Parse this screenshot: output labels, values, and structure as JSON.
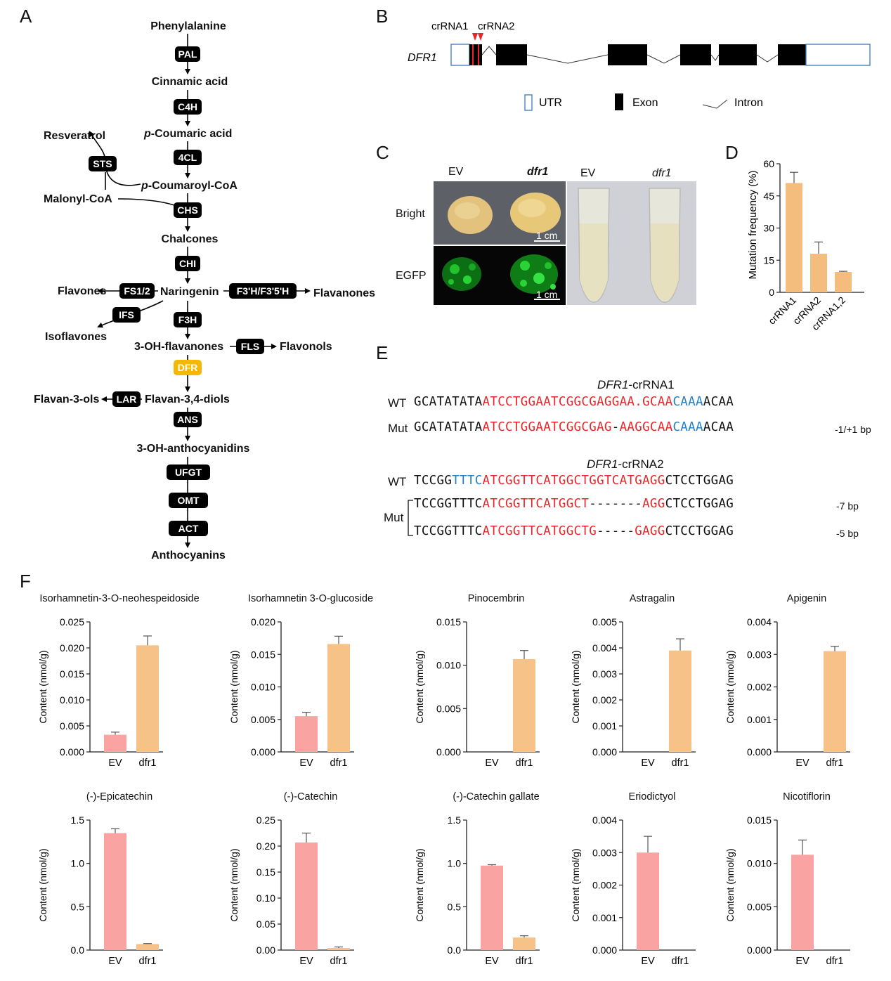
{
  "panels": {
    "a": "A",
    "b": "B",
    "c": "C",
    "d": "D",
    "e": "E",
    "f": "F"
  },
  "pathway": {
    "phenylalanine": "Phenylalanine",
    "cinnamic": "Cinnamic acid",
    "p_coumaric_prefix": "p",
    "p_coumaric": "-Coumaric acid",
    "p_coumaroyl_prefix": "p",
    "p_coumaroyl": "-Coumaroyl-CoA",
    "resveratrol": "Resveratrol",
    "malonyl": "Malonyl-CoA",
    "chalcones": "Chalcones",
    "flavones": "Flavones",
    "naringenin": "Naringenin",
    "flavanones": "Flavanones",
    "isoflavones": "Isoflavones",
    "oh_flavanones": "3-OH-flavanones",
    "flavonols": "Flavonols",
    "flavan3ols": "Flavan-3-ols",
    "flavan34diols": "Flavan-3,4-diols",
    "oh_anthocyanidins": "3-OH-anthocyanidins",
    "anthocyanins": "Anthocyanins",
    "enzymes": {
      "pal": "PAL",
      "c4h": "C4H",
      "cl4": "4CL",
      "sts": "STS",
      "chs": "CHS",
      "chi": "CHI",
      "fs": "FS1/2",
      "f3h_multi": "F3'H/F3'5'H",
      "ifs": "IFS",
      "f3h": "F3H",
      "fls": "FLS",
      "dfr": "DFR",
      "lar": "LAR",
      "ans": "ANS",
      "ufgt": "UFGT",
      "omt": "OMT",
      "act": "ACT"
    },
    "colors": {
      "enzyme_box": "#000000",
      "dfr_highlight": "#f5b800"
    }
  },
  "gene": {
    "name": "DFR1",
    "crrna1": "crRNA1",
    "crrna2": "crRNA2",
    "legend": {
      "utr": "UTR",
      "exon": "Exon",
      "intron": "Intron"
    },
    "colors": {
      "utr": "#3a78c2",
      "exon": "#000000",
      "marker": "#e8262a"
    }
  },
  "photo": {
    "ev": "EV",
    "dfr1": "dfr1",
    "bright": "Bright",
    "egfp": "EGFP",
    "scale": "1 cm",
    "tube_ev": "EV",
    "tube_dfr1": "dfr1"
  },
  "mutation_chart": {
    "chart_data": {
      "type": "bar",
      "categories": [
        "crRNA1",
        "crRNA2",
        "crRNA1,2"
      ],
      "values": [
        51,
        18,
        9.5
      ],
      "errors": [
        5,
        5.5,
        0.3
      ],
      "ylabel": "Mutation frequency (%)",
      "ylim": [
        0,
        60
      ],
      "yticks": [
        "0",
        "15",
        "30",
        "45",
        "60"
      ],
      "color": "#f4bd7e"
    }
  },
  "sequences": {
    "title1_italic": "DFR1",
    "title1_rest": "-crRNA1",
    "title2_italic": "DFR1",
    "title2_rest": "-crRNA2",
    "wt": "WT",
    "mut": "Mut",
    "wt1": {
      "black1": "GCATATATA",
      "red": "ATCCTGGAATCGGCGAGGAA.GCAA",
      "blue": "CAAA",
      "black2": "ACAA"
    },
    "mut1": {
      "black1": "GCATATATA",
      "red": "ATCCTGGAATCGGCGAG",
      "dash": "-",
      "red2": "AAGGCAA",
      "blue": "CAAA",
      "black2": "ACAA",
      "note": "-1/+1 bp"
    },
    "wt2": {
      "black1": "TCCGG",
      "blue": "TTTC",
      "red": "ATCGGTTCATGGCTGGTCATGAGG",
      "black2": "CTCCTGGAG"
    },
    "mut2a": {
      "black1": "TCCGGTTTC",
      "red": "ATCGGTTCATGGCT",
      "dash": "-------",
      "red2": "AGG",
      "black2": "CTCCTGGAG",
      "note": "-7 bp"
    },
    "mut2b": {
      "black1": "TCCGGTTTC",
      "red": "ATCGGTTCATGGCTG",
      "dash": "-----",
      "red2": "GAGG",
      "black2": "CTCCTGGAG",
      "note": "-5 bp"
    }
  },
  "metabolites": {
    "ylabel": "Content (nmol/g)",
    "colors": {
      "ev": "#f9a3a3",
      "dfr1": "#f7c287"
    },
    "chart_data": [
      {
        "type": "bar",
        "title": "Isorhamnetin-3-O-neohespeidoside",
        "categories": [
          "EV",
          "dfr1"
        ],
        "values": [
          0.0033,
          0.0205
        ],
        "errors": [
          0.0005,
          0.0018
        ],
        "ylim": [
          0,
          0.025
        ],
        "yticks": [
          "0.000",
          "0.005",
          "0.010",
          "0.015",
          "0.020",
          "0.025"
        ]
      },
      {
        "type": "bar",
        "title": "Isorhamnetin 3-O-glucoside",
        "categories": [
          "EV",
          "dfr1"
        ],
        "values": [
          0.0055,
          0.0166
        ],
        "errors": [
          0.0006,
          0.0012
        ],
        "ylim": [
          0,
          0.02
        ],
        "yticks": [
          "0.000",
          "0.005",
          "0.010",
          "0.015",
          "0.020"
        ]
      },
      {
        "type": "bar",
        "title": "Pinocembrin",
        "categories": [
          "EV",
          "dfr1"
        ],
        "values": [
          0,
          0.0107
        ],
        "errors": [
          0,
          0.001
        ],
        "ylim": [
          0,
          0.015
        ],
        "yticks": [
          "0.000",
          "0.005",
          "0.010",
          "0.015"
        ]
      },
      {
        "type": "bar",
        "title": "Astragalin",
        "categories": [
          "EV",
          "dfr1"
        ],
        "values": [
          0,
          0.0039
        ],
        "errors": [
          0,
          0.00045
        ],
        "ylim": [
          0,
          0.005
        ],
        "yticks": [
          "0.000",
          "0.001",
          "0.002",
          "0.003",
          "0.004",
          "0.005"
        ]
      },
      {
        "type": "bar",
        "title": "Apigenin",
        "categories": [
          "EV",
          "dfr1"
        ],
        "values": [
          0,
          0.0031
        ],
        "errors": [
          0,
          0.00015
        ],
        "ylim": [
          0,
          0.004
        ],
        "yticks": [
          "0.000",
          "0.001",
          "0.002",
          "0.003",
          "0.004"
        ]
      },
      {
        "type": "bar",
        "title": "(-)-Epicatechin",
        "categories": [
          "EV",
          "dfr1"
        ],
        "values": [
          1.35,
          0.07
        ],
        "errors": [
          0.05,
          0.005
        ],
        "ylim": [
          0,
          1.5
        ],
        "yticks": [
          "0.0",
          "0.5",
          "1.0",
          "1.5"
        ]
      },
      {
        "type": "bar",
        "title": "(-)-Catechin",
        "categories": [
          "EV",
          "dfr1"
        ],
        "values": [
          0.207,
          0.004
        ],
        "errors": [
          0.018,
          0.002
        ],
        "ylim": [
          0,
          0.25
        ],
        "yticks": [
          "0.00",
          "0.05",
          "0.10",
          "0.15",
          "0.20",
          "0.25"
        ]
      },
      {
        "type": "bar",
        "title": "(-)-Catechin gallate",
        "categories": [
          "EV",
          "dfr1"
        ],
        "values": [
          0.975,
          0.145
        ],
        "errors": [
          0.01,
          0.02
        ],
        "ylim": [
          0,
          1.5
        ],
        "yticks": [
          "0.0",
          "0.5",
          "1.0",
          "1.5"
        ]
      },
      {
        "type": "bar",
        "title": "Eriodictyol",
        "categories": [
          "EV",
          "dfr1"
        ],
        "values": [
          0.003,
          0
        ],
        "errors": [
          0.0005,
          0
        ],
        "ylim": [
          0,
          0.004
        ],
        "yticks": [
          "0.000",
          "0.001",
          "0.002",
          "0.003",
          "0.004"
        ]
      },
      {
        "type": "bar",
        "title": "Nicotiflorin",
        "categories": [
          "EV",
          "dfr1"
        ],
        "values": [
          0.011,
          0
        ],
        "errors": [
          0.0017,
          0
        ],
        "ylim": [
          0,
          0.015
        ],
        "yticks": [
          "0.000",
          "0.005",
          "0.010",
          "0.015"
        ]
      }
    ]
  }
}
